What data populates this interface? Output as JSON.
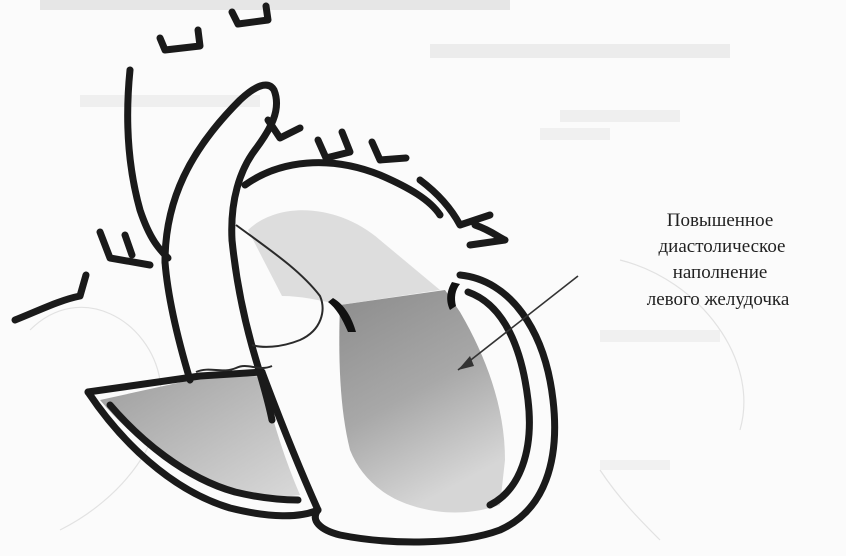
{
  "annotation": {
    "lines": [
      "Повышенное",
      "диастолическое",
      "наполнение",
      "левого желудочка"
    ]
  },
  "colors": {
    "outline": "#1a1a1a",
    "ventricle_fill": "#9a9a9a",
    "atrium_fill": "#b4b4b4",
    "label": "#222222"
  }
}
